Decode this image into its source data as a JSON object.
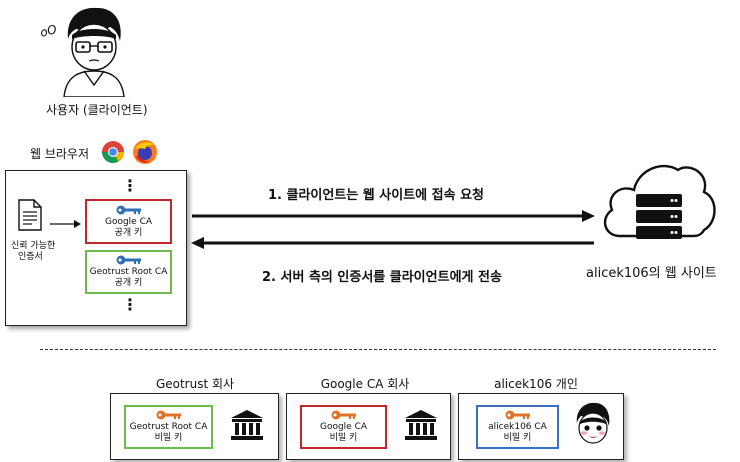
{
  "client": {
    "label": "사용자 (클라이언트)",
    "thinking": "oO"
  },
  "browser": {
    "label": "웹 브라우저",
    "icons": [
      "chrome-icon",
      "firefox-icon"
    ],
    "trusted_certs_label_line1": "신뢰 가능한",
    "trusted_certs_label_line2": "인증서",
    "ellipsis": "⋮",
    "cards": [
      {
        "line1": "Google CA",
        "line2": "공개 키",
        "border_color": "#c0282d",
        "key_color": "#2f6fb2"
      },
      {
        "line1": "Geotrust Root CA",
        "line2": "공개 키",
        "border_color": "#6dbb4a",
        "key_color": "#2f6fb2"
      }
    ]
  },
  "arrows": {
    "request_label": "1. 클라이언트는 웹 사이트에 접속 요청",
    "response_label": "2. 서버 측의 인증서를 클라이언트에게 전송"
  },
  "server": {
    "label": "alicek106의 웹 사이트"
  },
  "companies": [
    {
      "title": "Geotrust 회사",
      "card_line1": "Geotrust Root CA",
      "card_line2": "비밀 키",
      "border_color": "#6dbb4a",
      "key_color": "#e0722a",
      "side_icon": "bank-icon"
    },
    {
      "title": "Google CA 회사",
      "card_line1": "Google CA",
      "card_line2": "비밀 키",
      "border_color": "#c0282d",
      "key_color": "#e0722a",
      "side_icon": "bank-icon"
    },
    {
      "title": "alicek106 개인",
      "card_line1": "alicek106 CA",
      "card_line2": "비밀 키",
      "border_color": "#3a6fc4",
      "key_color": "#e0722a",
      "side_icon": "person-icon"
    }
  ]
}
